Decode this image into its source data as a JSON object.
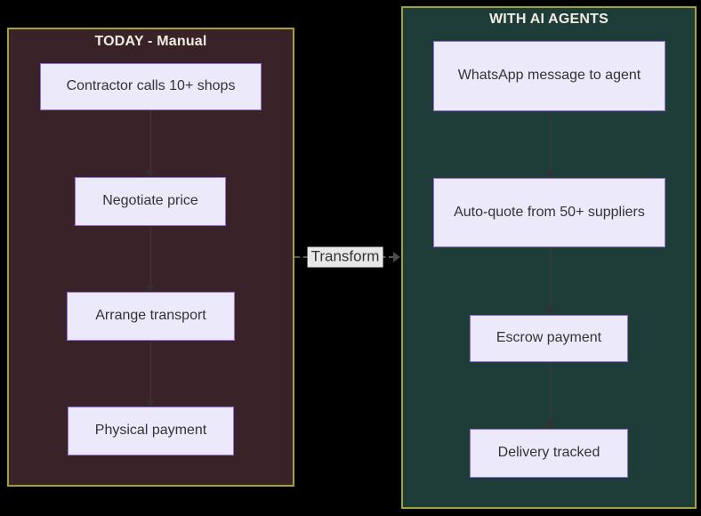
{
  "diagram": {
    "type": "flowchart-comparison",
    "background_color": "#000000",
    "panel_border_color": "#a2a238",
    "node_style": {
      "fill": "#eceafa",
      "border": "#9370db",
      "text_color": "#333333"
    },
    "left_panel": {
      "title": "TODAY - Manual",
      "fill": "#3a2328",
      "title_color": "#f1ede3",
      "nodes": [
        "Contractor calls 10+ shops",
        "Negotiate price",
        "Arrange transport",
        "Physical payment"
      ],
      "flow": "sequential top-to-bottom arrows"
    },
    "right_panel": {
      "title": "WITH AI AGENTS",
      "fill": "#1e3d38",
      "title_color": "#f1ede3",
      "nodes": [
        "WhatsApp message to agent",
        "Auto-quote from 50+ suppliers",
        "Escrow payment",
        "Delivery tracked"
      ],
      "flow": "sequential top-to-bottom arrows"
    },
    "transform": {
      "label": "Transform",
      "label_bg": "#e8e8e8",
      "label_color": "#333333",
      "style": "dashed arrow from left panel to right panel"
    }
  }
}
